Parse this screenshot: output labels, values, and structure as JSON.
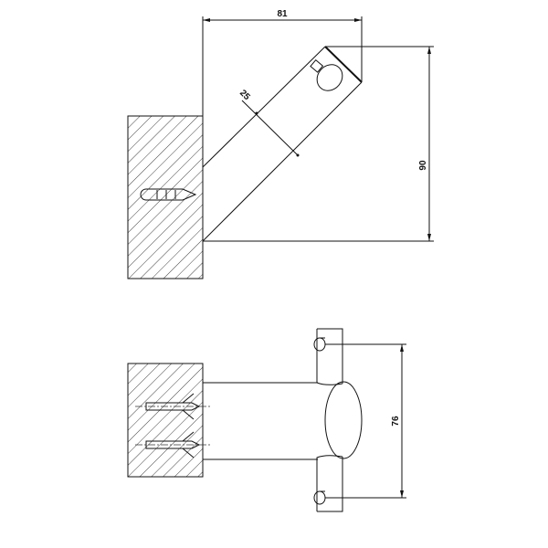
{
  "drawing": {
    "side_view": {
      "width_dim": "81",
      "height_dim": "90",
      "diameter_dim": "25"
    },
    "top_view": {
      "spacing_dim": "76"
    },
    "colors": {
      "line": "#111111",
      "background": "#ffffff"
    }
  }
}
